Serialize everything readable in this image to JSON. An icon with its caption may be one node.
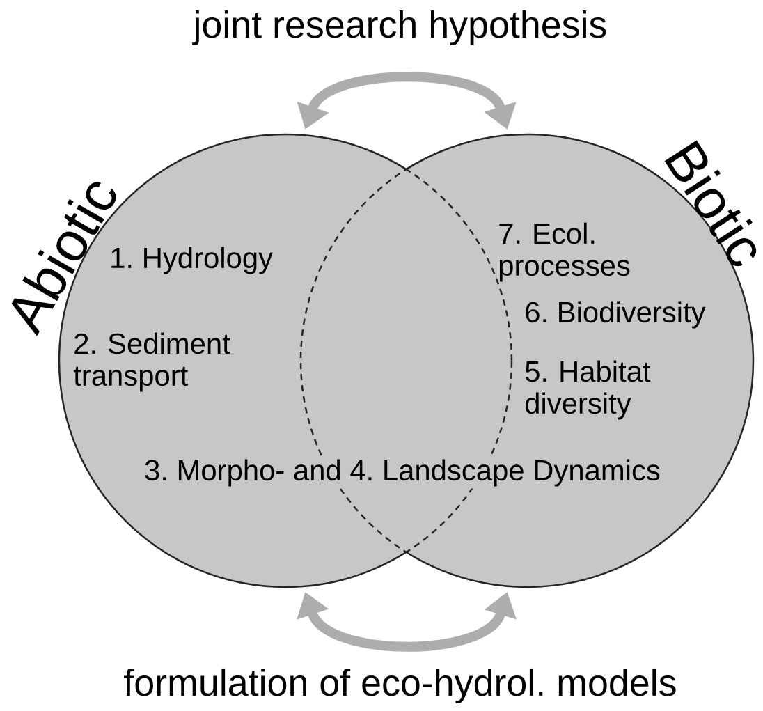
{
  "diagram": {
    "nodes": [
      {
        "text": [
          "Abiotic",
          "1. Hydrology",
          "2. Sediment transport"
        ]
      },
      {
        "text": [
          "Biotic",
          "7. Ecol. processes",
          "6. Biodiversity",
          "5. Habitat diversity"
        ]
      }
    ],
    "edges": [
      {
        "from": 0,
        "to": 1,
        "arrow": "both",
        "label": "joint research hypothesis"
      },
      {
        "from": 0,
        "to": 1,
        "arrow": "both",
        "label": "formulation of eco-hydrol. models"
      }
    ],
    "labels": [
      "3. Morpho- and 4. Landscape Dynamics"
    ]
  }
}
